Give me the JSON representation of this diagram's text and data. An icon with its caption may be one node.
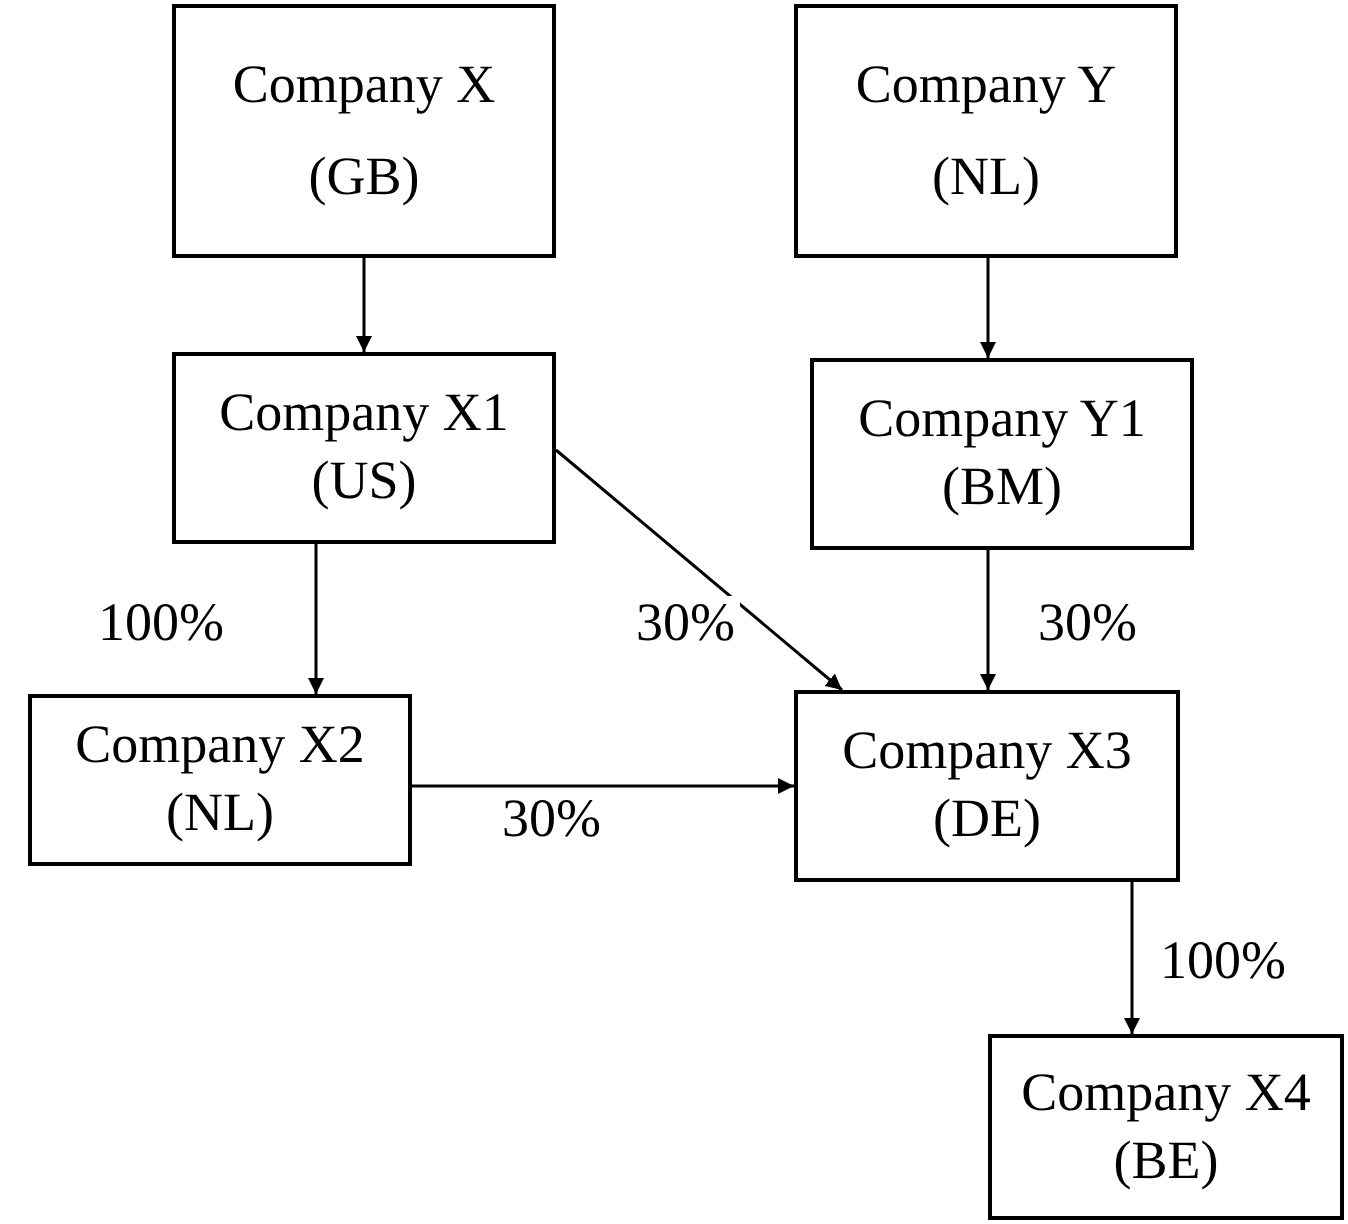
{
  "diagram": {
    "nodes": [
      {
        "text": [
          "Company X",
          "(GB)"
        ]
      },
      {
        "text": [
          "Company Y",
          "(NL)"
        ]
      },
      {
        "text": [
          "Company X1 (US)"
        ]
      },
      {
        "text": [
          "Company Y1 (BM)"
        ]
      },
      {
        "text": [
          "Company X2 (NL)"
        ]
      },
      {
        "text": [
          "Company X3 (DE)"
        ]
      },
      {
        "text": [
          "Company X4 (BE)"
        ]
      }
    ],
    "edges": [
      {
        "from": 0,
        "to": 2,
        "arrow": "to"
      },
      {
        "from": 1,
        "to": 3,
        "arrow": "to"
      },
      {
        "from": 2,
        "to": 4,
        "arrow": "to",
        "label": "100%"
      },
      {
        "from": 2,
        "to": 5,
        "arrow": "to",
        "label": "30%"
      },
      {
        "from": 3,
        "to": 5,
        "arrow": "to",
        "label": "30%"
      },
      {
        "from": 4,
        "to": 5,
        "arrow": "to",
        "label": "30%"
      },
      {
        "from": 5,
        "to": 6,
        "arrow": "to",
        "label": "100%"
      }
    ]
  }
}
